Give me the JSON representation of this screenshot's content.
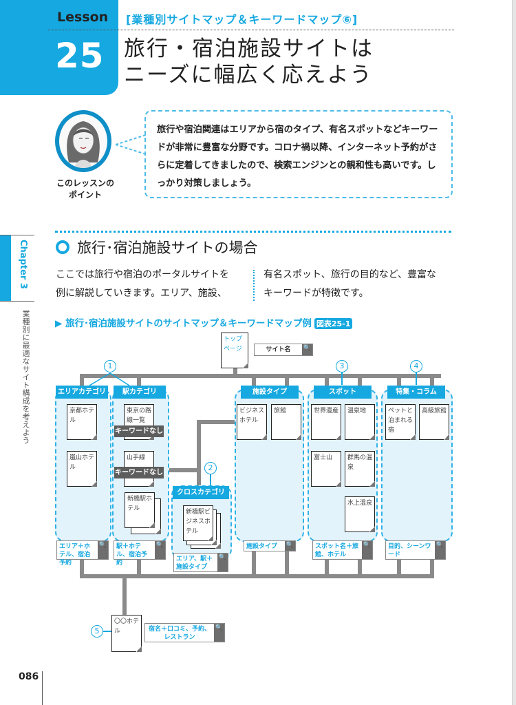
{
  "header": {
    "lesson_label": "Lesson",
    "lesson_number": "25",
    "series": "[業種別サイトマップ＆キーワードマップ⑥]",
    "title_line1": "旅行・宿泊施設サイトは",
    "title_line2": "ニーズに幅広く応えよう"
  },
  "point": {
    "label_line1": "このレッスンの",
    "label_line2": "ポイント",
    "text": "旅行や宿泊関連はエリアから宿のタイプ、有名スポットなどキーワードが非常に豊富な分野です。コロナ禍以降、インターネット予約がさらに定着してきましたので、検索エンジンとの親和性も高いです。しっかり対策しましょう。"
  },
  "section": {
    "title": "旅行･宿泊施設サイトの場合",
    "col1_line1": "ここでは旅行や宿泊のポータルサイトを",
    "col1_line2": "例に解説していきます。エリア、施設、",
    "col2_line1": "有名スポット、旅行の目的など、豊富な",
    "col2_line2": "キーワードが特徴です。"
  },
  "sidebar": {
    "chapter": "Chapter 3",
    "running_title": "業種別に最適なサイト構成を考えよう"
  },
  "figure": {
    "title": "旅行･宿泊施設サイトのサイトマップ＆キーワードマップ例",
    "badge": "図表25-1",
    "top_page": "トップページ",
    "top_keyword": "サイト名",
    "markers": [
      "1",
      "2",
      "3",
      "4",
      "5"
    ],
    "categories": {
      "area": {
        "header": "エリアカテゴリ",
        "pages": [
          "京都ホテル",
          "嵐山ホテル"
        ],
        "keyword": "エリア＋ホテル、宿泊予約"
      },
      "station": {
        "header": "駅カテゴリ",
        "pages": [
          "東京の路線一覧",
          "山手線",
          "新橋駅ホテル"
        ],
        "no_keyword": "キーワードなし",
        "keyword": "駅＋ホテル、宿泊予約"
      },
      "cross": {
        "header": "クロスカテゴリ",
        "pages": [
          "新橋駅ビジネスホテル"
        ],
        "keyword": "エリア、駅＋施設タイプ"
      },
      "facility": {
        "header": "施設タイプ",
        "pages": [
          "ビジネスホテル",
          "旅館"
        ],
        "keyword": "施設タイプ"
      },
      "spot": {
        "header": "スポット",
        "pages": [
          "世界遺産",
          "温泉地",
          "富士山",
          "群馬の温泉",
          "水上温泉"
        ],
        "keyword": "スポット名＋旅館、ホテル"
      },
      "feature": {
        "header": "特集・コラム",
        "pages": [
          "ペットと泊まれる宿",
          "高級旅館"
        ],
        "keyword": "目的、シーンワード"
      }
    },
    "hotel_page": "〇〇ホテル",
    "hotel_keyword": "宿名＋口コミ、予約、レストラン",
    "search_icon": "magnifier-icon"
  },
  "footer": {
    "page_number": "086"
  },
  "colors": {
    "accent": "#16a8e0",
    "zone": "#e3f3fc",
    "connector": "#8a8a8a"
  }
}
